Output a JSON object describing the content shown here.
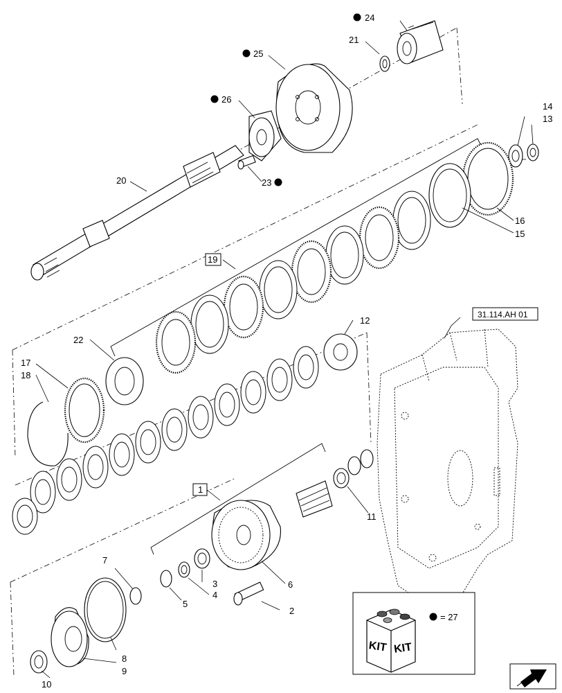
{
  "callouts": {
    "c1": "1",
    "c2": "2",
    "c3": "3",
    "c4": "4",
    "c5": "5",
    "c6": "6",
    "c7": "7",
    "c8": "8",
    "c9": "9",
    "c10": "10",
    "c11": "11",
    "c12": "12",
    "c13": "13",
    "c14": "14",
    "c15": "15",
    "c16": "16",
    "c17": "17",
    "c18": "18",
    "c19": "19",
    "c20": "20",
    "c21": "21",
    "c22": "22",
    "c23": "23",
    "c24": "24",
    "c25": "25",
    "c26": "26"
  },
  "reference": "31.114.AH 01",
  "kit": {
    "label_left": "KIT",
    "label_right": "KIT",
    "legend_eq": "= 27"
  },
  "nav_icon": "next-page-arrow-icon"
}
